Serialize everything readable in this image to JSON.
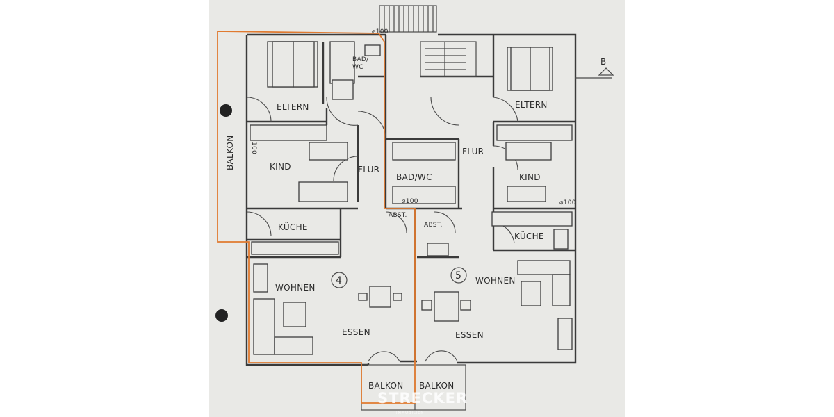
{
  "plan": {
    "labels": {
      "eltern_left": "ELTERN",
      "bad_wc_top": "BAD/",
      "bad_wc_bottom": "WC",
      "kind_left": "KIND",
      "balkon_side": "BALKON",
      "flur_left": "FLUR",
      "kueche_left": "KÜCHE",
      "wohnen_left": "WOHNEN",
      "essen_left": "ESSEN",
      "unit_left": "4",
      "eltern_right": "ELTERN",
      "flur_right": "FLUR",
      "bad_wc_center": "BAD/WC",
      "kind_right": "KIND",
      "abst_left": "ABST.",
      "abst_right": "ABST.",
      "kueche_right": "KÜCHE",
      "wohnen_right": "WOHNEN",
      "essen_right": "ESSEN",
      "unit_right": "5",
      "balkon_bottom_left": "BALKON",
      "balkon_bottom_right": "BALKON",
      "section_marker": "B",
      "dim_top": "⌀100",
      "dim_kind": "100",
      "dim_bad": "⌀100",
      "dim_kueche": "⌀100"
    },
    "watermark": {
      "brand": "STRECKER",
      "sub": "IMMOBILIEN"
    },
    "colors": {
      "paper": "#e9e9e6",
      "lines": "#3a3a3a",
      "highlight": "#e07a30"
    }
  }
}
